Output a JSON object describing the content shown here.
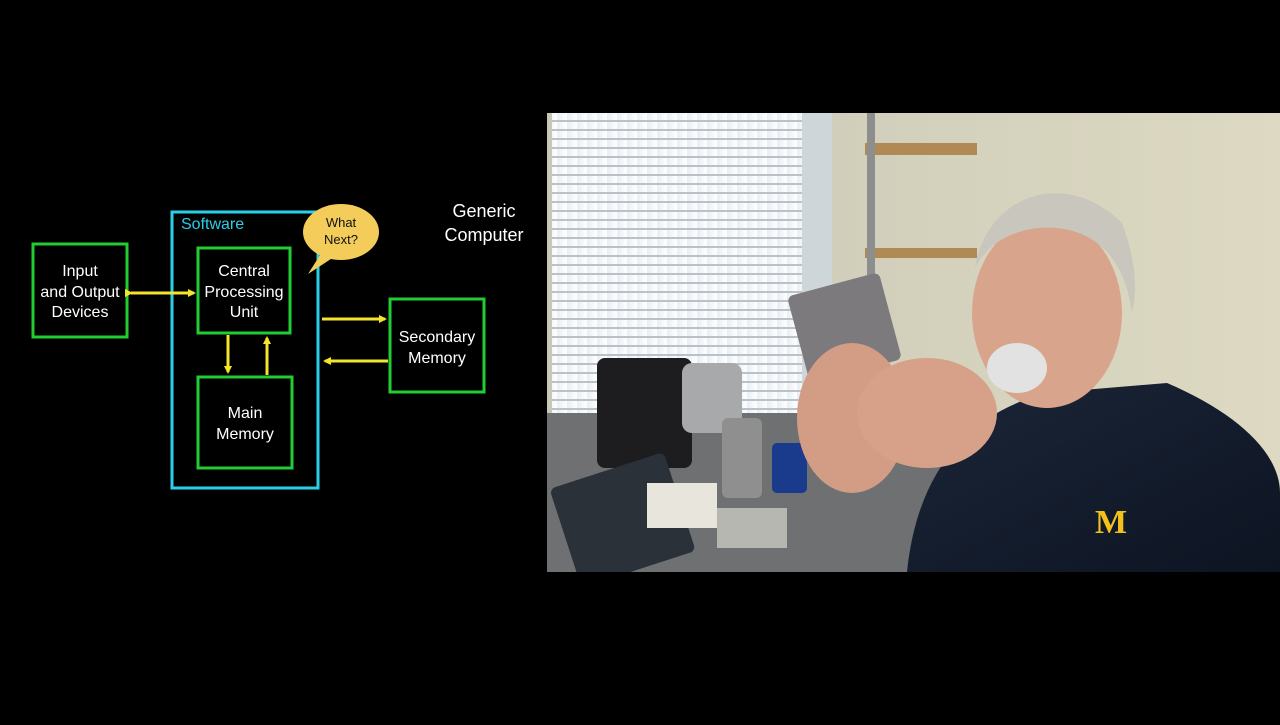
{
  "diagram": {
    "software_label": "Software",
    "io_box": [
      "Input",
      "and Output",
      "Devices"
    ],
    "cpu_box": [
      "Central",
      "Processing",
      "Unit"
    ],
    "main_memory_box": [
      "Main",
      "Memory"
    ],
    "secondary_memory_box": [
      "Secondary",
      "Memory"
    ],
    "bubble": [
      "What",
      "Next?"
    ],
    "title": [
      "Generic",
      "Computer"
    ],
    "colors": {
      "box_border": "#22cc33",
      "software_border": "#2ad0e8",
      "arrow": "#f5e52a",
      "bubble_fill": "#f3cc5a"
    }
  },
  "video": {
    "description_icon": "video-frame-photo"
  }
}
